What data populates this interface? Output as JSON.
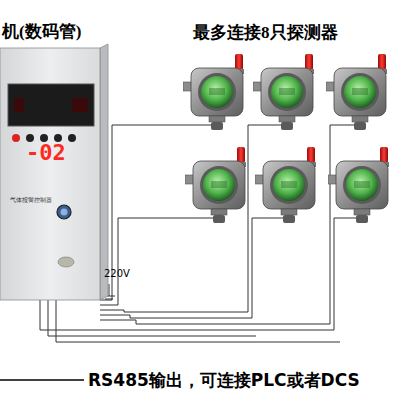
{
  "diagram": {
    "nodes": [
      {
        "text": [
          "-02",
          "气体报警控制器"
        ]
      }
    ],
    "labels": [
      "机(数码管)",
      "最多连接8只探测器",
      "220V",
      "RS485输出，可连接PLC或者DCS"
    ]
  }
}
